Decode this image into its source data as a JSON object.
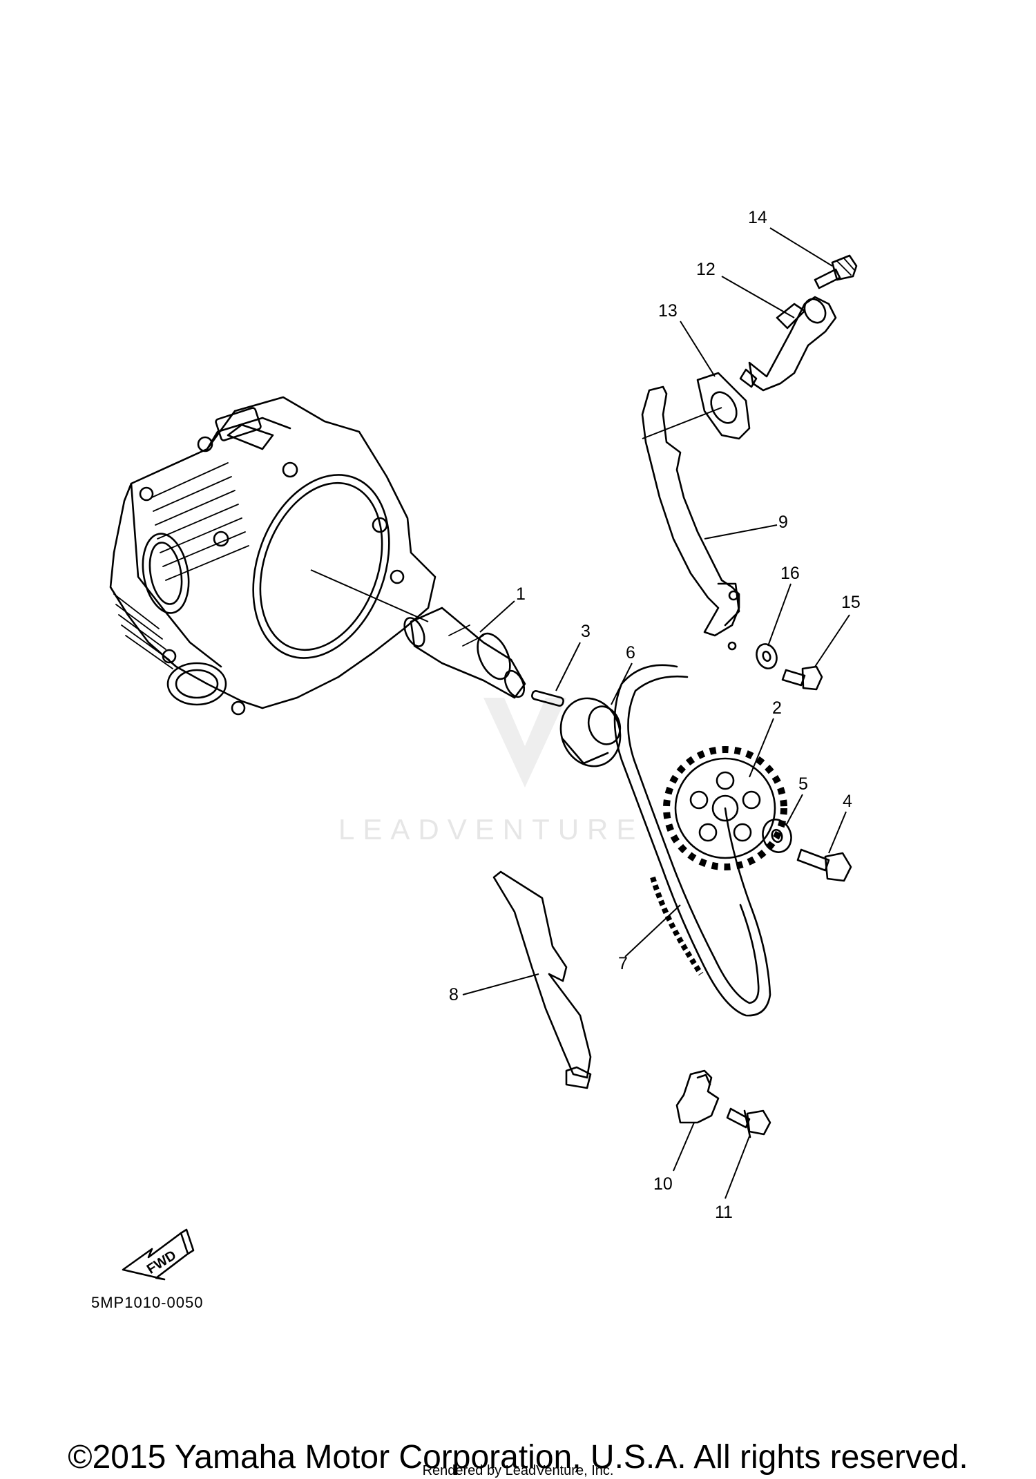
{
  "diagram": {
    "part_code": "5MP1010-0050",
    "fwd_label": "FWD",
    "watermark": "LEADVENTURE",
    "callouts": [
      "1",
      "2",
      "3",
      "4",
      "5",
      "6",
      "7",
      "8",
      "9",
      "10",
      "11",
      "12",
      "13",
      "14",
      "15",
      "16"
    ]
  },
  "footer": {
    "copyright": "©2015 Yamaha Motor Corporation, U.S.A. All rights reserved.",
    "rendered_by": "Rendered by LeadVenture, Inc."
  }
}
